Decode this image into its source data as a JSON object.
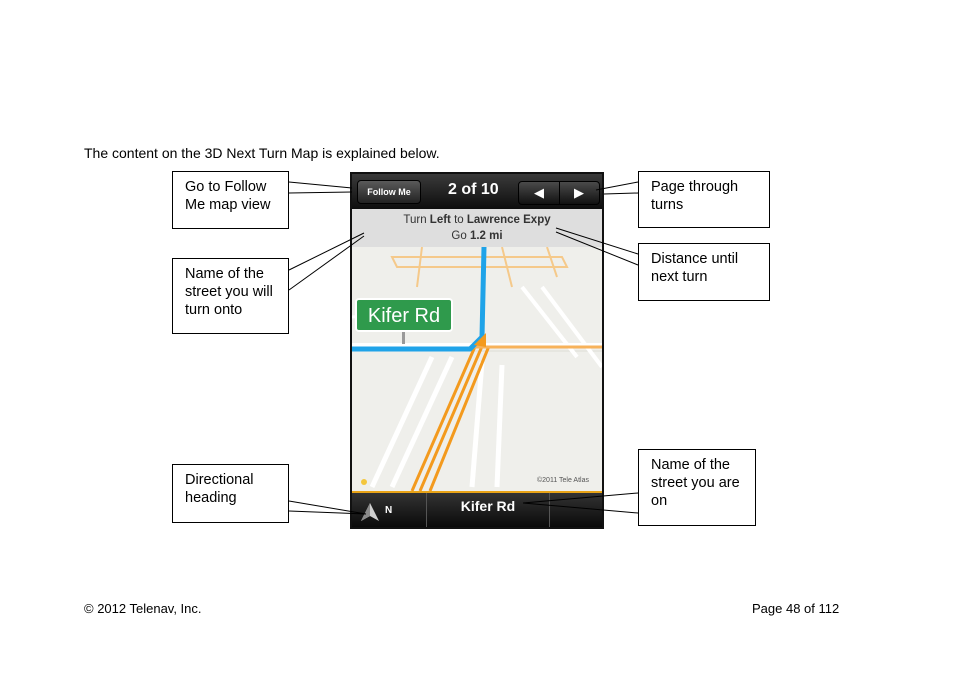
{
  "intro": "The content on the 3D Next Turn Map is explained below.",
  "callouts": {
    "follow_me": "Go to Follow Me map view",
    "page_turns": "Page through turns",
    "street_turn_onto": "Name of the street you will turn onto",
    "distance": "Distance until next turn",
    "heading": "Directional heading",
    "street_on": "Name of the street you are on"
  },
  "phone": {
    "follow_me_label": "Follow Me",
    "turn_count": "2 of 10",
    "prev_icon": "◀",
    "next_icon": "▶",
    "instruction": {
      "turn": "Turn ",
      "direction": "Left",
      "to": " to ",
      "street": "Lawrence Expy",
      "go": "Go ",
      "distance": "1.2 mi"
    },
    "map_sign": "Kifer Rd",
    "map_copyright": "©2011 Tele Atlas",
    "heading": "N",
    "current_street": "Kifer Rd"
  },
  "footer": {
    "left": "© 2012 Telenav, Inc.",
    "right": "Page 48 of 112"
  },
  "colors": {
    "route_blue": "#1fa3e8",
    "route_orange": "#f39a1e",
    "sign_green": "#2f9a4c",
    "accent": "#e8a317"
  }
}
